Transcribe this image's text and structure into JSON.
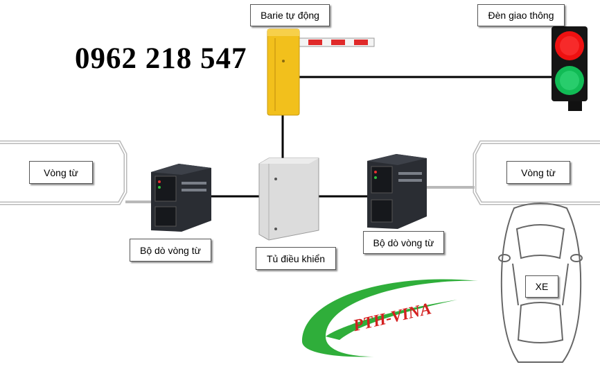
{
  "phone": "0962 218 547",
  "labels": {
    "barrier": "Barie tự động",
    "traffic_light": "Đèn giao thông",
    "loop_left": "Vòng từ",
    "loop_right": "Vòng từ",
    "detector_left": "Bộ dò vòng từ",
    "detector_right": "Bộ dò vòng từ",
    "control_cabinet": "Tủ điều khiển",
    "car": "XE"
  },
  "logo": {
    "text": "PTH-VINA"
  },
  "colors": {
    "barrier_body": "#f2c01c",
    "barrier_arm_stripe": "#e02a2a",
    "light_red": "#ee1111",
    "light_green": "#11bb55",
    "logo_green": "#2fae3a",
    "logo_text": "#d42020",
    "detector_body": "#2a2d33",
    "cabinet": "#dcdcdc"
  }
}
